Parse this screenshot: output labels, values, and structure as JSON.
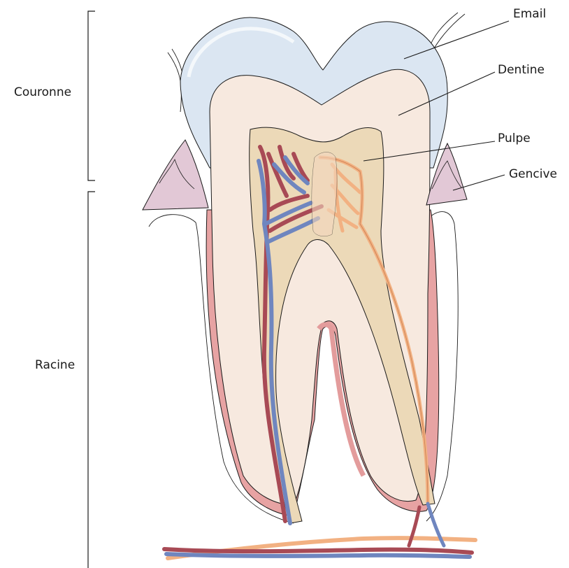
{
  "labels": {
    "email": "Email",
    "dentine": "Dentine",
    "pulpe": "Pulpe",
    "gencive": "Gencive",
    "couronne": "Couronne",
    "racine": "Racine"
  },
  "colors": {
    "enamel": "#dbe6f2",
    "dentin": "#f7e9df",
    "pulp": "#efdcbc",
    "cementum": "#e39c9c",
    "gum": "#e2c8d6",
    "artery": "#a84a55",
    "vein": "#6f86bf",
    "nerve": "#f2b182"
  }
}
